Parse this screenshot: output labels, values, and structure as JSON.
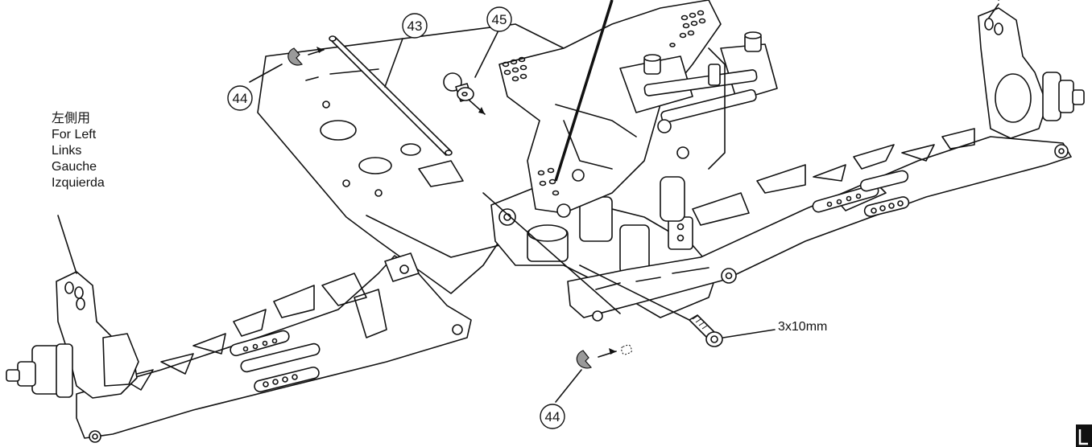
{
  "side_label": {
    "line_jp": "左側用",
    "line_en": "For Left",
    "line_de": "Links",
    "line_fr": "Gauche",
    "line_es": "Izquierda"
  },
  "screw_spec": "3x10mm",
  "callouts": {
    "c1": "43",
    "c2": "44",
    "c3": "45",
    "c4": "44"
  }
}
